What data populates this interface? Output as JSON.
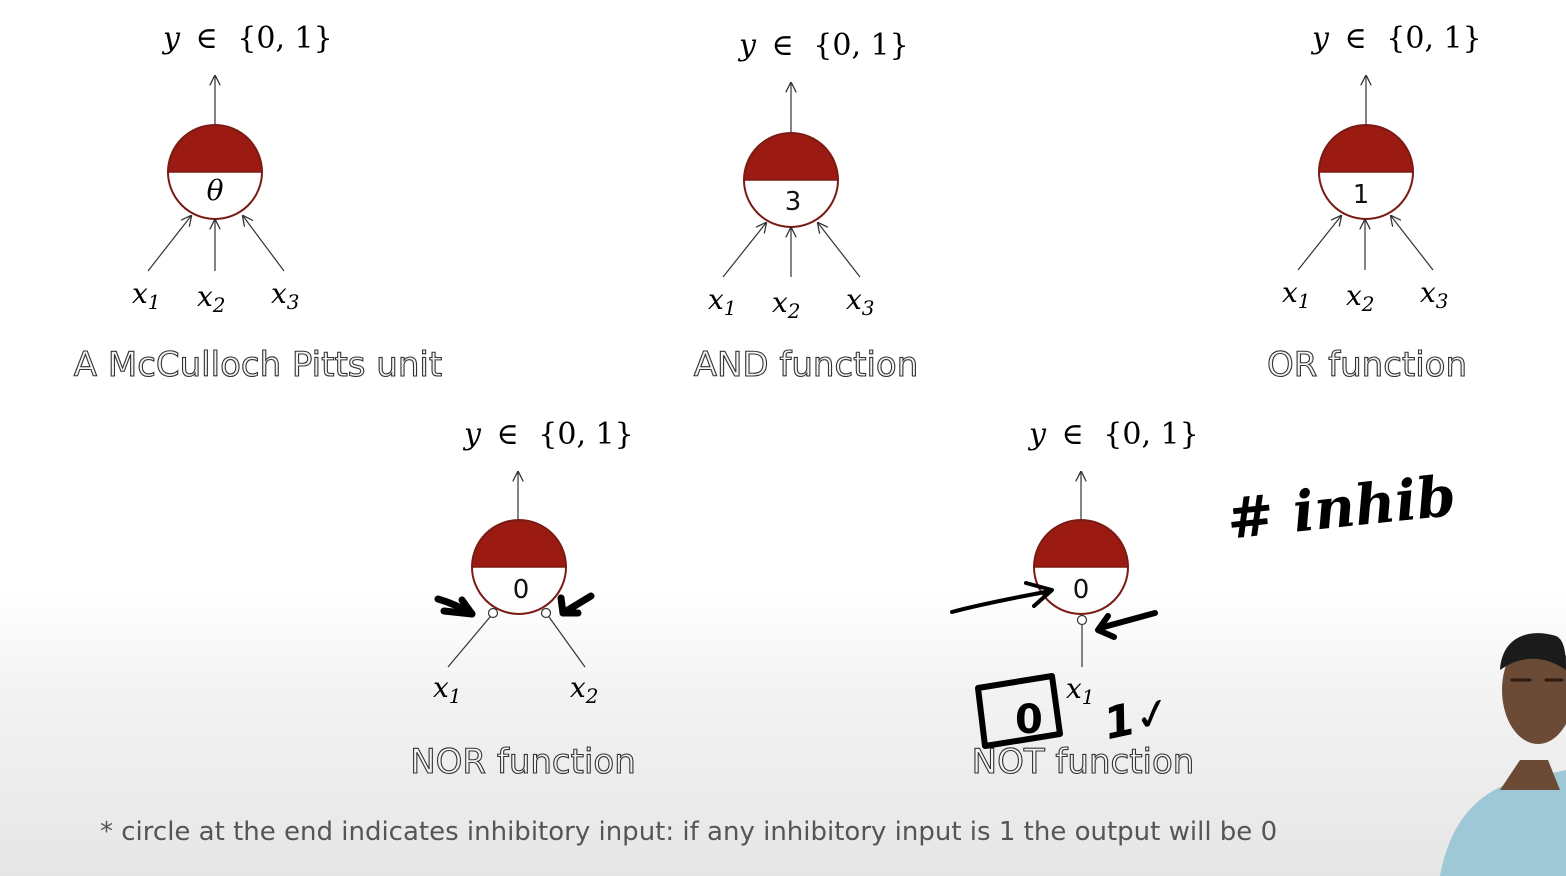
{
  "output_label": {
    "var": "y",
    "relation": "∈",
    "set": "{0, 1}"
  },
  "units": [
    {
      "id": "mcculloch",
      "threshold": "θ",
      "inputs": [
        "x",
        "x",
        "x"
      ],
      "subscripts": [
        "1",
        "2",
        "3"
      ],
      "caption": "A McCulloch Pitts unit"
    },
    {
      "id": "and",
      "threshold": "3",
      "inputs": [
        "x",
        "x",
        "x"
      ],
      "subscripts": [
        "1",
        "2",
        "3"
      ],
      "caption": "AND function"
    },
    {
      "id": "or",
      "threshold": "1",
      "inputs": [
        "x",
        "x",
        "x"
      ],
      "subscripts": [
        "1",
        "2",
        "3"
      ],
      "caption": "OR function"
    },
    {
      "id": "nor",
      "threshold": "0",
      "inputs": [
        "x",
        "x"
      ],
      "subscripts": [
        "1",
        "2"
      ],
      "caption": "NOR function"
    },
    {
      "id": "not",
      "threshold": "0",
      "inputs": [
        "x"
      ],
      "subscripts": [
        "1"
      ],
      "caption": "NOT function"
    }
  ],
  "footnote": "* circle at the end indicates inhibitory input: if any inhibitory input is 1 the output will be 0",
  "annotations": {
    "handwritten_note": "# inhib",
    "boxed_value": "0",
    "tick_note": "1✓"
  },
  "colors": {
    "neuron_fill": "#9b1b12",
    "neuron_stroke": "#7a1a12",
    "ink": "#000000",
    "line": "#333333"
  }
}
